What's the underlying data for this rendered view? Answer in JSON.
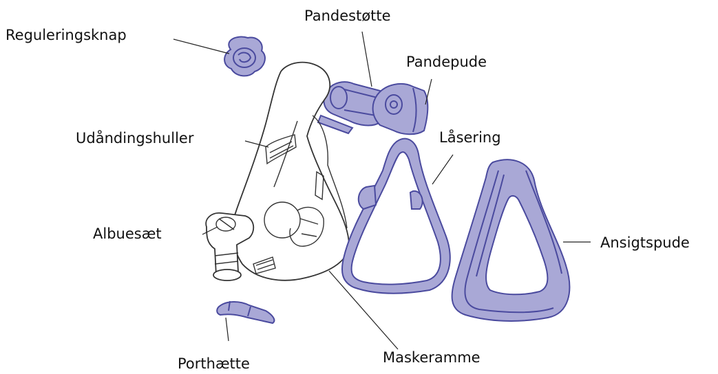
{
  "colors": {
    "part_fill": "#a9a8d6",
    "part_outline": "#4a4a9e",
    "frame_outline": "#333333",
    "label_text": "#111111"
  },
  "labels": {
    "reguleringsknap": "Reguleringsknap",
    "pandestotte": "Pandestøtte",
    "pandepude": "Pandepude",
    "udandingshuller": "Udåndingshuller",
    "lasering": "Låsering",
    "albuesaet": "Albuesæt",
    "ansigtspude": "Ansigtspude",
    "maskeramme": "Maskeramme",
    "porthaette": "Porthætte"
  }
}
